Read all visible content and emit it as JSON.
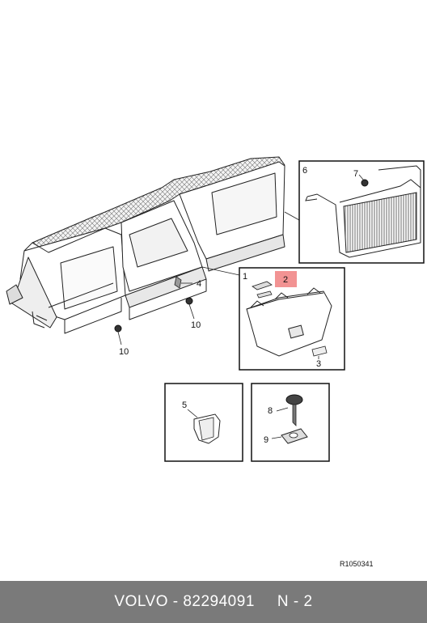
{
  "diagram": {
    "callouts": {
      "c1": "1",
      "c2": "2",
      "c3": "3",
      "c4": "4",
      "c5": "5",
      "c6": "6",
      "c7": "7",
      "c8": "8",
      "c9": "9",
      "c10a": "10",
      "c10b": "10"
    },
    "highlight_color": "#f08080",
    "reference_code": "R1050341"
  },
  "footer": {
    "brand": "VOLVO - 82294091",
    "page": "N - 2",
    "background": "#7a7a7a"
  }
}
